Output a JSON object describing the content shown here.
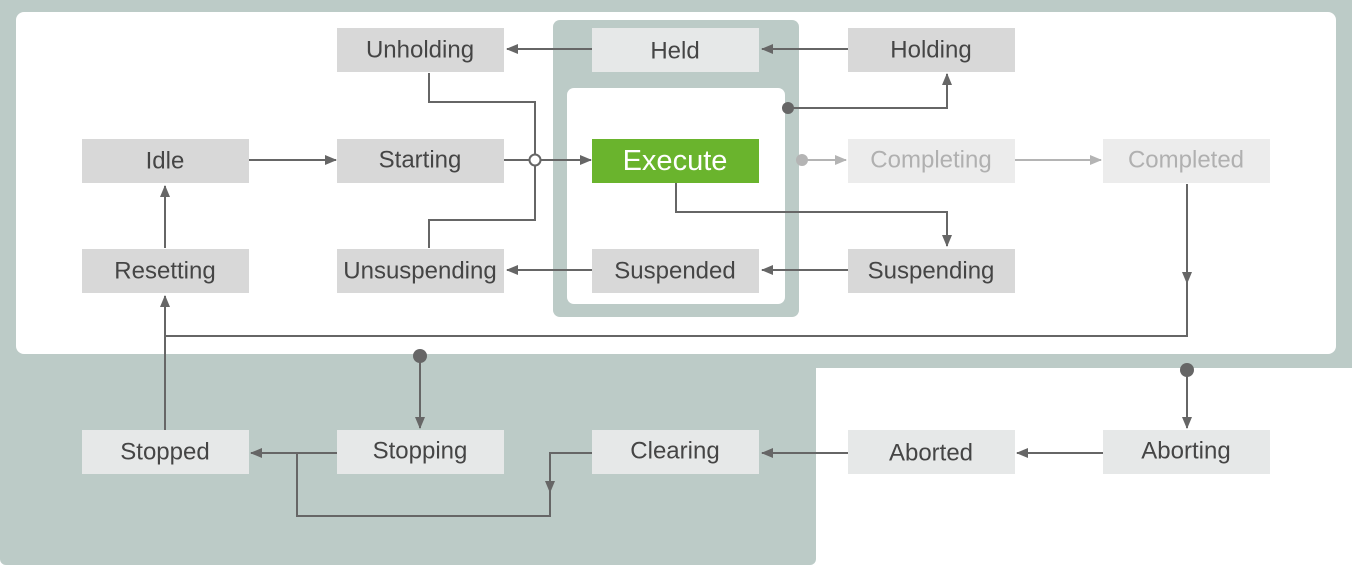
{
  "states": {
    "unholding": "Unholding",
    "held": "Held",
    "holding": "Holding",
    "idle": "Idle",
    "starting": "Starting",
    "execute": "Execute",
    "completing": "Completing",
    "completed": "Completed",
    "resetting": "Resetting",
    "unsuspending": "Unsuspending",
    "suspended": "Suspended",
    "suspending": "Suspending",
    "stopped": "Stopped",
    "stopping": "Stopping",
    "clearing": "Clearing",
    "aborted": "Aborted",
    "aborting": "Aborting"
  },
  "colors": {
    "frame": "#bccbc7",
    "panel": "#ffffff",
    "node": "#d8d8d8",
    "node_light": "#e6e8e8",
    "node_faded": "#ececec",
    "active": "#6ab42d",
    "arrow": "#666666",
    "faded_arrow": "#b4b4b4",
    "text": "#454545",
    "faded_text": "#b0b0b0",
    "active_text": "#ffffff"
  }
}
